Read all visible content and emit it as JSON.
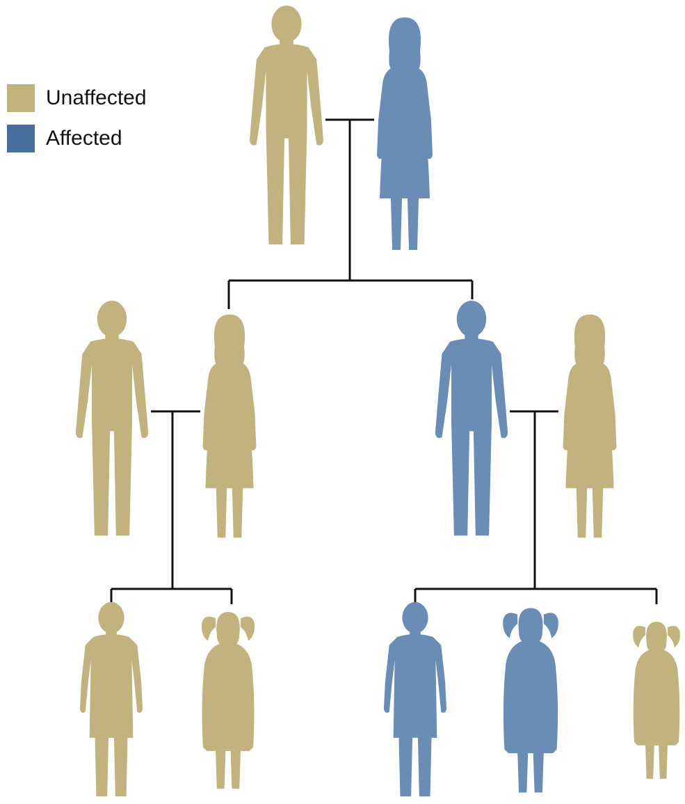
{
  "legend": {
    "unaffected_label": "Unaffected",
    "affected_label": "Affected",
    "unaffected_color": "#C2B27E",
    "affected_color": "#6A8DB6",
    "swatch_affected_color": "#466F9E"
  },
  "line_color": "#111111",
  "pedigree": {
    "generations": [
      [
        {
          "id": "g1-grandfather",
          "sex": "male",
          "age": "adult",
          "affected": false
        },
        {
          "id": "g1-grandmother",
          "sex": "female",
          "age": "adult",
          "affected": true
        }
      ],
      [
        {
          "id": "g2-left-son",
          "sex": "male",
          "age": "adult",
          "affected": false
        },
        {
          "id": "g2-left-spouse",
          "sex": "female",
          "age": "adult",
          "affected": false
        },
        {
          "id": "g2-right-son",
          "sex": "male",
          "age": "adult",
          "affected": true
        },
        {
          "id": "g2-right-spouse",
          "sex": "female",
          "age": "adult",
          "affected": false
        }
      ],
      [
        {
          "id": "g3-left-boy",
          "sex": "male",
          "age": "child",
          "affected": false
        },
        {
          "id": "g3-left-girl",
          "sex": "female",
          "age": "child",
          "affected": false
        },
        {
          "id": "g3-right-boy",
          "sex": "male",
          "age": "child",
          "affected": true
        },
        {
          "id": "g3-right-girl-1",
          "sex": "female",
          "age": "child",
          "affected": true
        },
        {
          "id": "g3-right-girl-2",
          "sex": "female",
          "age": "child",
          "affected": false
        }
      ]
    ]
  }
}
